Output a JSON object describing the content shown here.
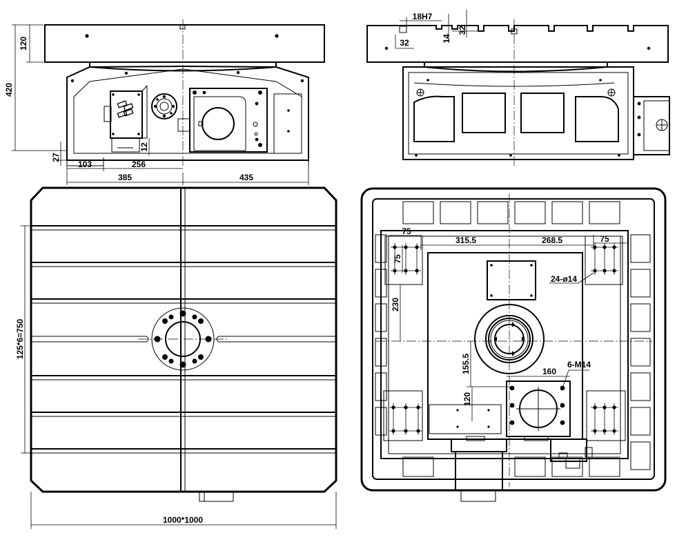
{
  "dimensions": {
    "front_top_thickness": "120",
    "front_height": "420",
    "front_base_offset": "27",
    "front_dim_103": "103",
    "front_dim_256": "256",
    "front_dim_12": "12",
    "front_left_width": "385",
    "front_right_width": "435",
    "side_slot_width": "18H7",
    "side_slot_depth": "14",
    "side_slot_height": "32",
    "side_slot_pitch": "32",
    "table_slot_pitch": "125*6=750",
    "table_size": "1000*1000",
    "base_dim_75_top_left": "75",
    "base_dim_315_5": "315.5",
    "base_dim_268_5": "268.5",
    "base_dim_75_top_right": "75",
    "base_dim_75_vertical": "75",
    "base_holes_24": "24-ø14",
    "base_dim_230": "230",
    "base_dim_155_5": "155.5",
    "base_dim_120": "120",
    "base_dim_160": "160",
    "base_holes_6": "6-M14"
  }
}
